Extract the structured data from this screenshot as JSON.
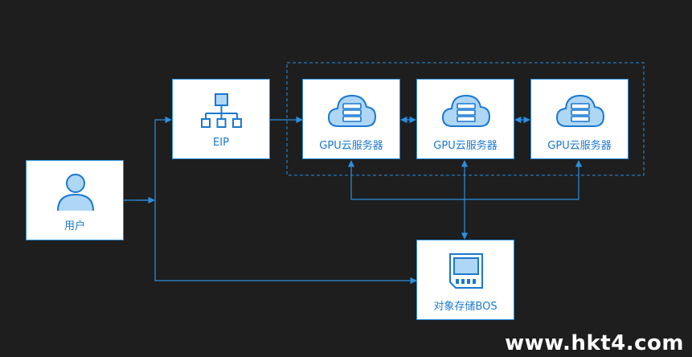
{
  "nodes": {
    "user": {
      "label": "用户",
      "icon": "user-icon"
    },
    "eip": {
      "label": "EIP",
      "icon": "network-topology-icon"
    },
    "gpu1": {
      "label": "GPU云服务器",
      "icon": "cloud-server-icon"
    },
    "gpu2": {
      "label": "GPU云服务器",
      "icon": "cloud-server-icon"
    },
    "gpu3": {
      "label": "GPU云服务器",
      "icon": "cloud-server-icon"
    },
    "bos": {
      "label": "对象存储BOS",
      "icon": "storage-disk-icon"
    }
  },
  "watermark": "www.hkt4.com",
  "colors": {
    "background": "#1e1e1e",
    "accent": "#2b8fe0",
    "node_fill": "#ffffff",
    "icon_fill": "#aed6f5"
  }
}
